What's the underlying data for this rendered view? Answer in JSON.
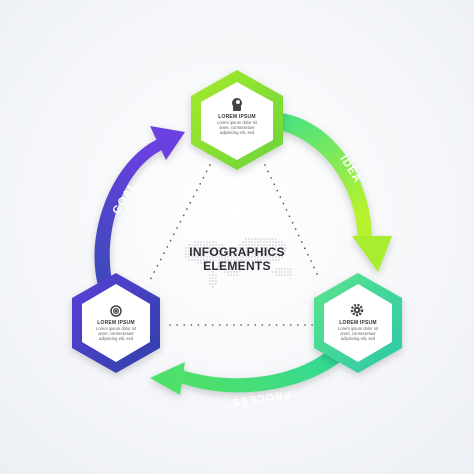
{
  "center": {
    "line1": "INFOGRAPHICS",
    "line2": "ELEMENTS"
  },
  "arrows": {
    "goal": {
      "label": "GOAL",
      "color_from": "#5b3fd6",
      "color_to": "#3a4bb8"
    },
    "idea": {
      "label": "IDEA",
      "color_from": "#3fe089",
      "color_to": "#b8f22e"
    },
    "process": {
      "label": "PROCESS",
      "color_from": "#2ed79a",
      "color_to": "#4fe06c"
    }
  },
  "nodes": {
    "top": {
      "title": "LOREM IPSUM",
      "text": [
        "Lorem ipsum dolor sit",
        "amet, consectetuer",
        "adipiscing elit, sed"
      ],
      "icon": "head-icon",
      "color": "#8bdc2a"
    },
    "right": {
      "title": "LOREM IPSUM",
      "text": [
        "Lorem ipsum dolor sit",
        "amet, consectetuer",
        "adipiscing elit, sed"
      ],
      "icon": "gear-icon",
      "color": "#3fd9a0"
    },
    "left": {
      "title": "LOREM IPSUM",
      "text": [
        "Lorem ipsum dolor sit",
        "amet, consectetuer",
        "adipiscing elit, sed"
      ],
      "icon": "target-icon",
      "color": "#4a3fc0"
    }
  }
}
